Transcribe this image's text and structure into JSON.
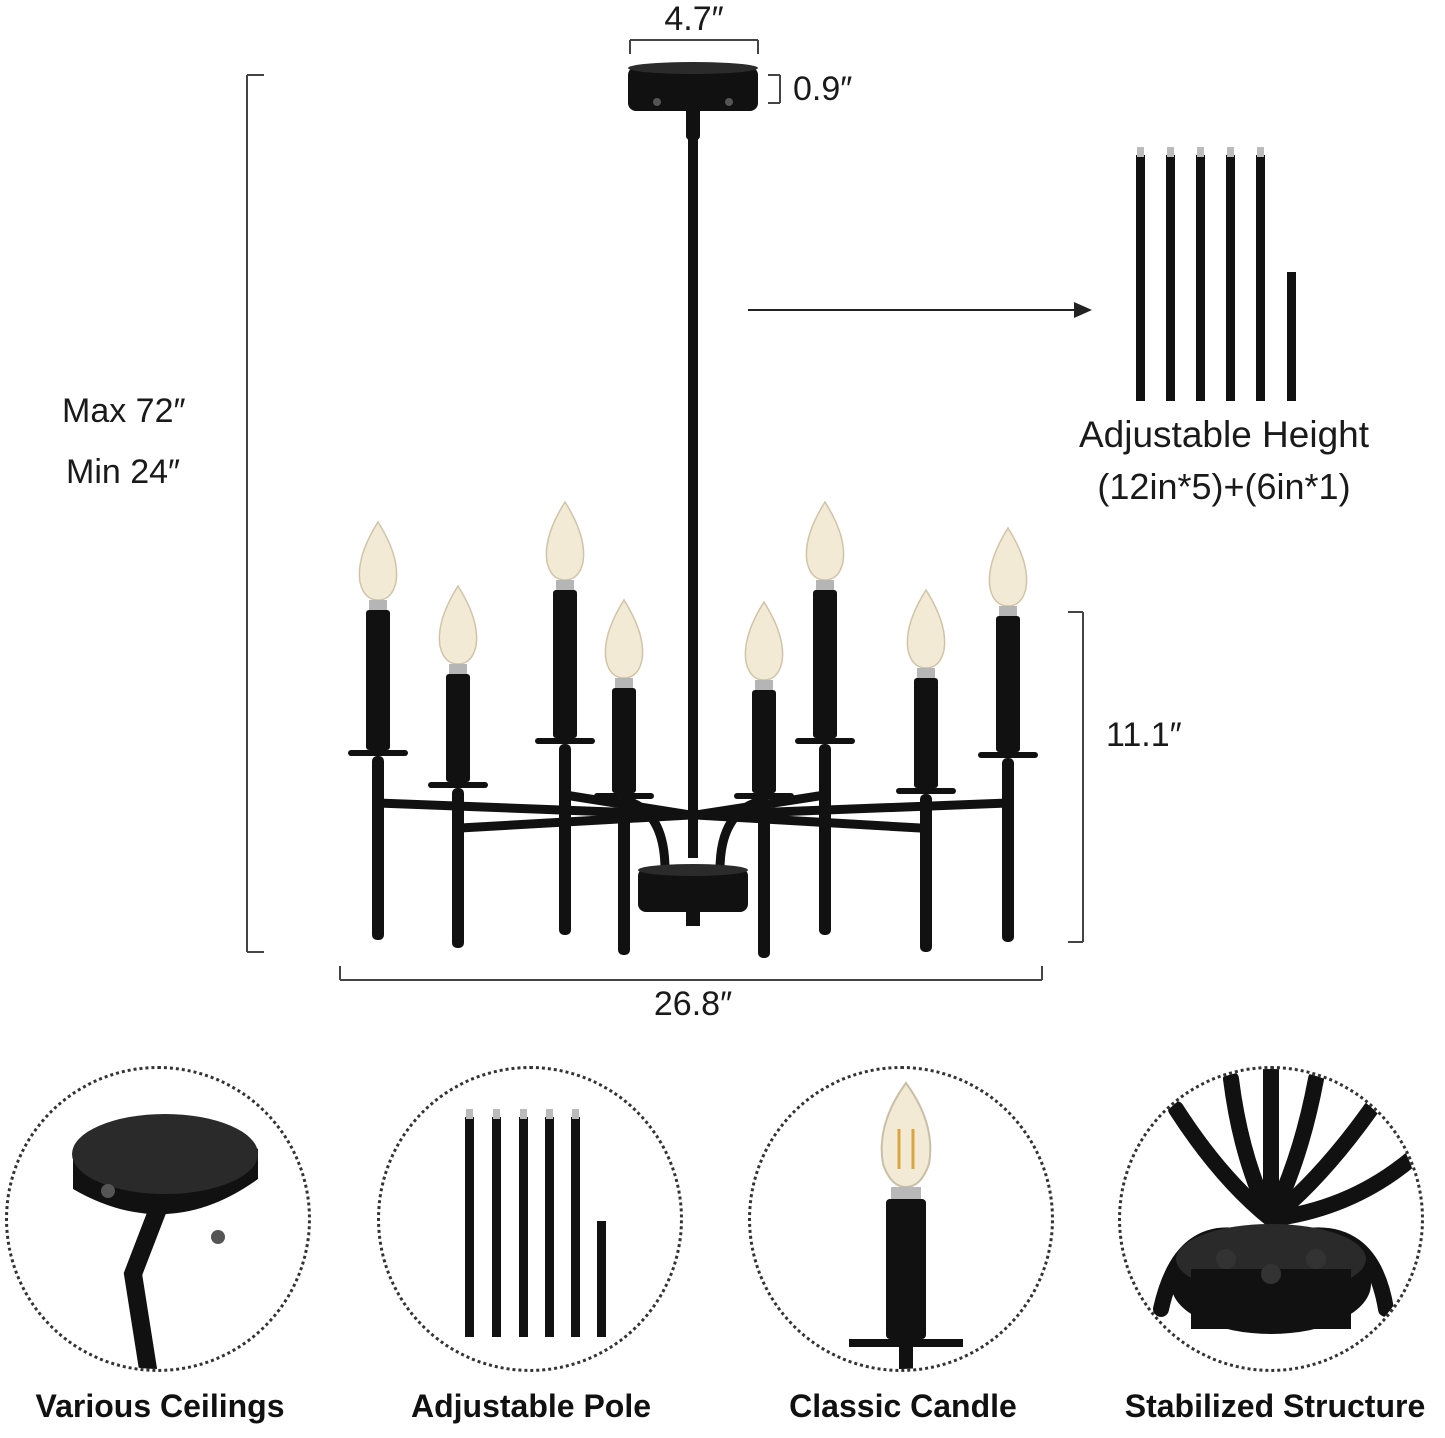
{
  "dimensions": {
    "canopy_width": "4.7″",
    "canopy_height": "0.9″",
    "max_height": "Max 72″",
    "min_height": "Min 24″",
    "body_height": "11.1″",
    "width": "26.8″"
  },
  "adjustable": {
    "title": "Adjustable Height",
    "detail": "(12in*5)+(6in*1)"
  },
  "features": [
    {
      "label": "Various Ceilings"
    },
    {
      "label": "Adjustable Pole"
    },
    {
      "label": "Classic Candle"
    },
    {
      "label": "Stabilized Structure"
    }
  ],
  "colors": {
    "fixture": "#111111",
    "bulb": "#f3ead6",
    "dimension_line": "#444444"
  }
}
